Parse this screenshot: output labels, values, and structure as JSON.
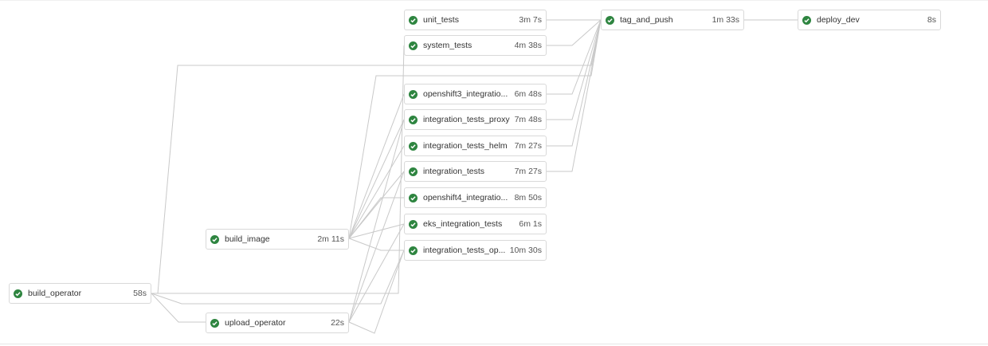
{
  "pipeline": {
    "status_color": "#2e8540",
    "jobs": [
      {
        "id": "build_operator",
        "name": "build_operator",
        "duration": "58s",
        "status": "success"
      },
      {
        "id": "build_image",
        "name": "build_image",
        "duration": "2m 11s",
        "status": "success"
      },
      {
        "id": "upload_operator",
        "name": "upload_operator",
        "duration": "22s",
        "status": "success"
      },
      {
        "id": "unit_tests",
        "name": "unit_tests",
        "duration": "3m 7s",
        "status": "success"
      },
      {
        "id": "system_tests",
        "name": "system_tests",
        "duration": "4m 38s",
        "status": "success"
      },
      {
        "id": "openshift3_integration",
        "name": "openshift3_integratio...",
        "duration": "6m 48s",
        "status": "success"
      },
      {
        "id": "integration_tests_proxy",
        "name": "integration_tests_proxy",
        "duration": "7m 48s",
        "status": "success"
      },
      {
        "id": "integration_tests_helm",
        "name": "integration_tests_helm",
        "duration": "7m 27s",
        "status": "success"
      },
      {
        "id": "integration_tests",
        "name": "integration_tests",
        "duration": "7m 27s",
        "status": "success"
      },
      {
        "id": "openshift4_integration",
        "name": "openshift4_integratio...",
        "duration": "8m 50s",
        "status": "success"
      },
      {
        "id": "eks_integration_tests",
        "name": "eks_integration_tests",
        "duration": "6m 1s",
        "status": "success"
      },
      {
        "id": "integration_tests_op",
        "name": "integration_tests_op...",
        "duration": "10m 30s",
        "status": "success"
      },
      {
        "id": "tag_and_push",
        "name": "tag_and_push",
        "duration": "1m 33s",
        "status": "success"
      },
      {
        "id": "deploy_dev",
        "name": "deploy_dev",
        "duration": "8s",
        "status": "success"
      }
    ]
  }
}
